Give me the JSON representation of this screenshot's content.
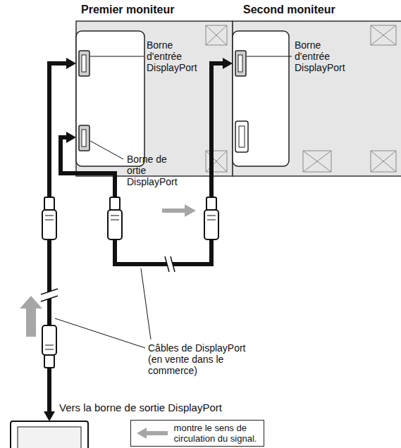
{
  "diagram": {
    "nodes": [
      {
        "text": [
          "Premier moniteur"
        ]
      },
      {
        "text": [
          "Second moniteur"
        ]
      },
      {
        "text": [
          "Vers la borne de sortie DisplayPort"
        ]
      }
    ],
    "edges": [
      {
        "from": 2,
        "to": 0,
        "arrow": "both"
      },
      {
        "from": 0,
        "to": 1,
        "arrow": "both"
      }
    ],
    "labels": [
      "Borne d'entrée DisplayPort",
      "Borne de ortie DisplayPort",
      "Borne d'entrée DisplayPort",
      "Câbles de DisplayPort (en vente dans le commerce)"
    ],
    "legend": [
      {
        "text": "montre le sens de circulation du signal."
      }
    ]
  }
}
